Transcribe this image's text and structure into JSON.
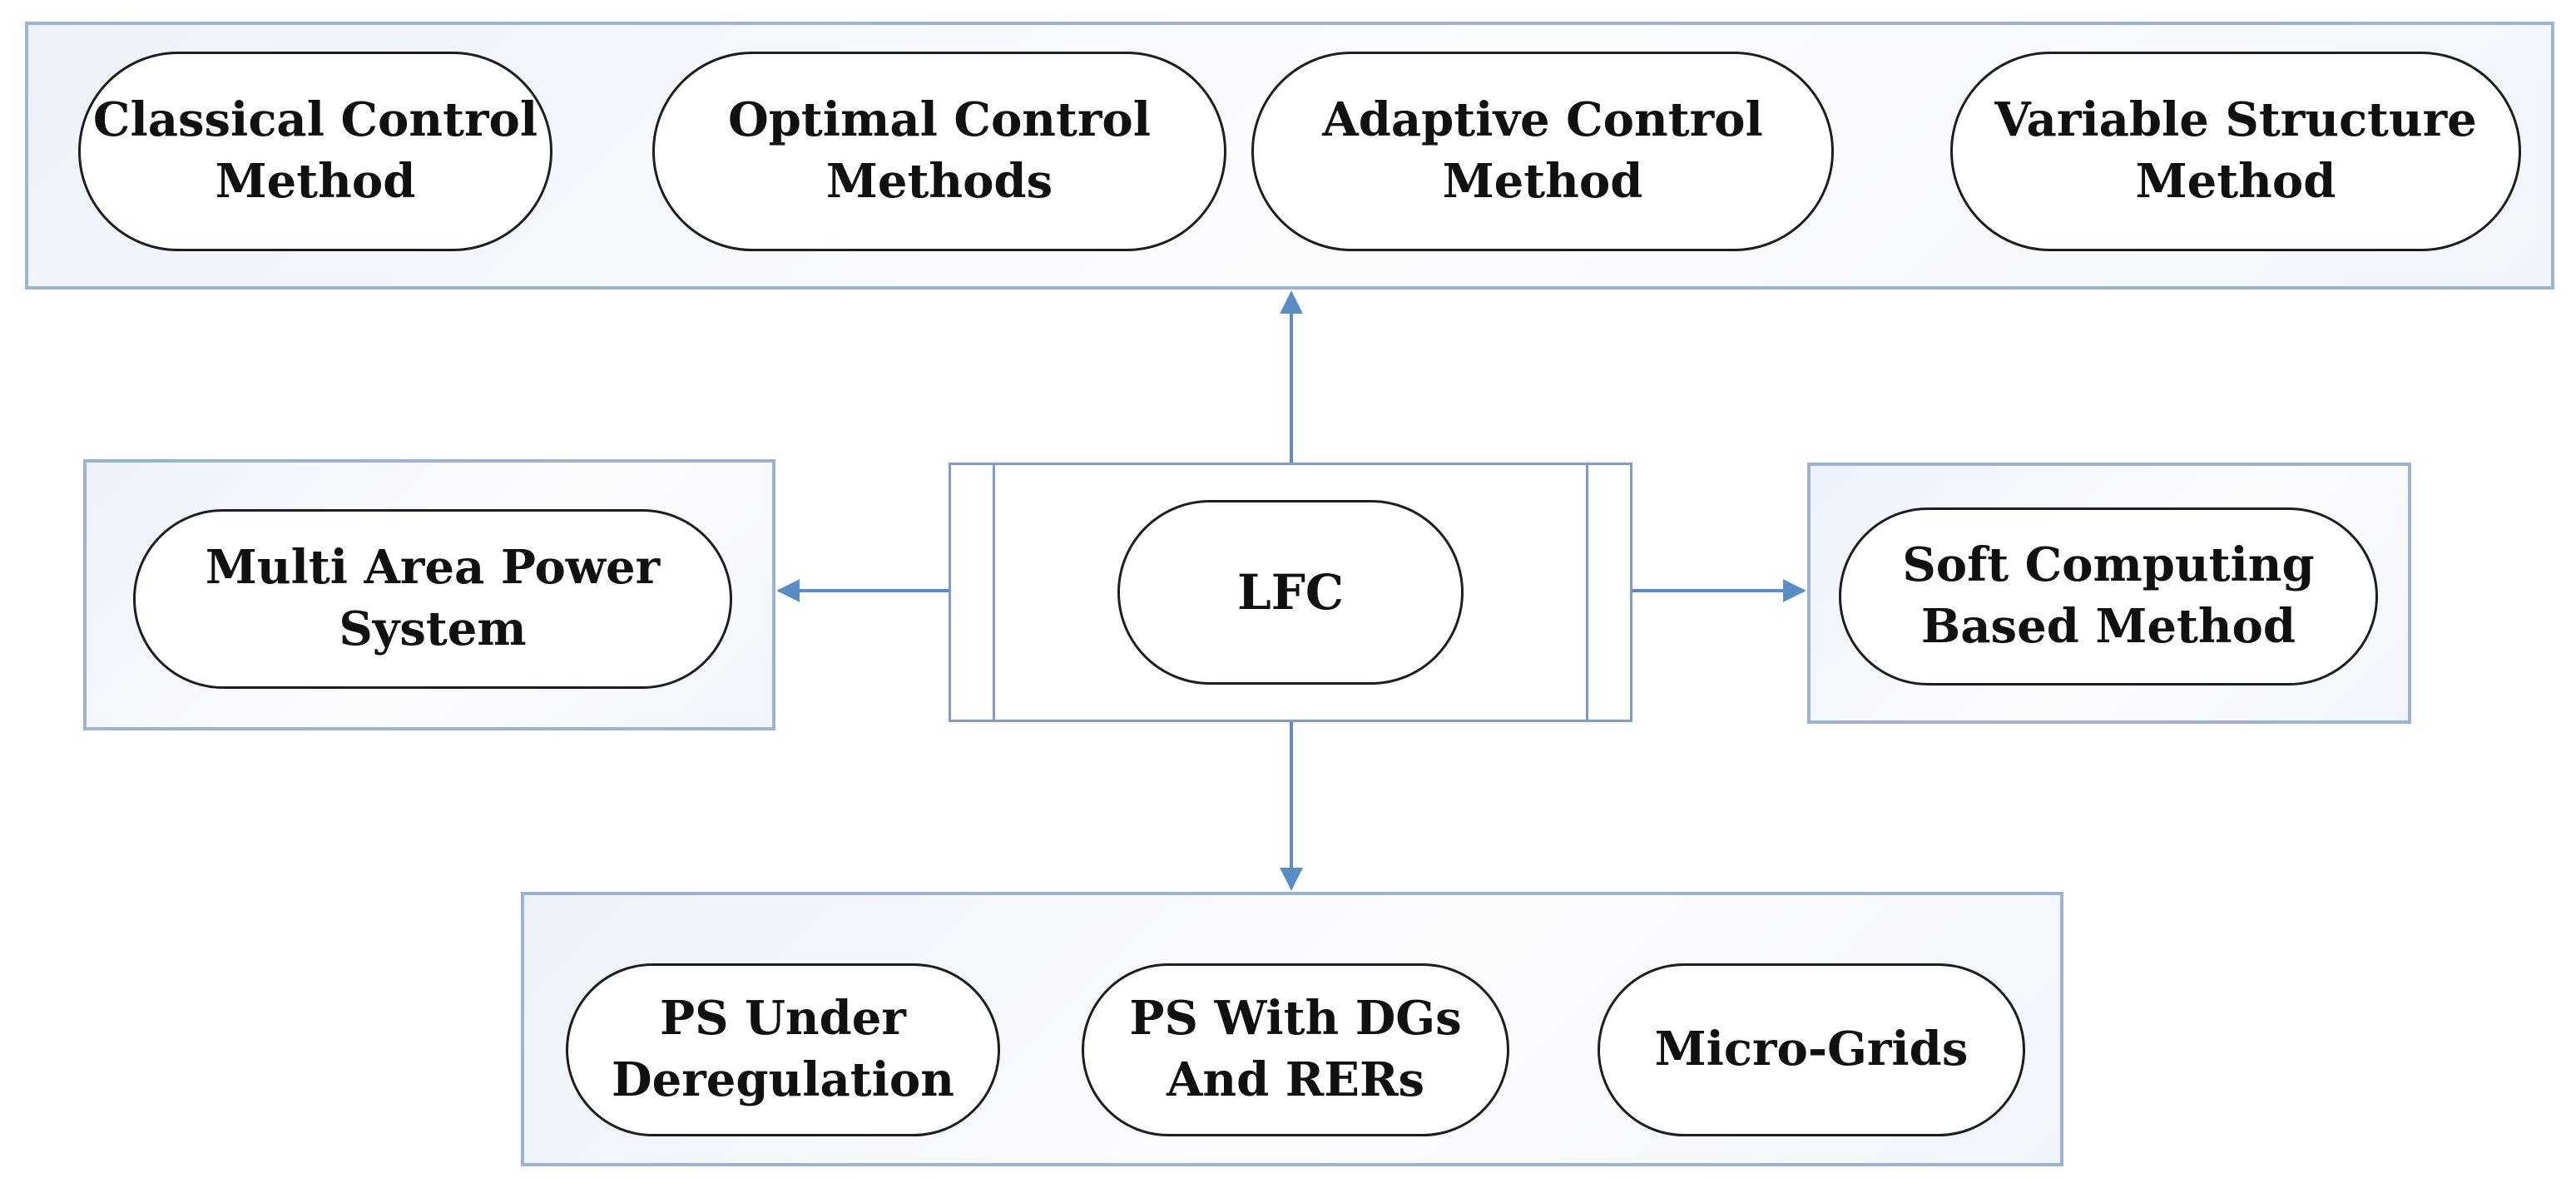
{
  "diagram": {
    "center": {
      "label": "LFC"
    },
    "top_group": {
      "items": [
        {
          "line1": "Classical Control",
          "line2": "Method"
        },
        {
          "line1": "Optimal Control",
          "line2": "Methods"
        },
        {
          "line1": "Adaptive Control",
          "line2": "Method"
        },
        {
          "line1": "Variable Structure",
          "line2": "Method"
        }
      ]
    },
    "left_group": {
      "items": [
        {
          "line1": "Multi Area Power",
          "line2": "System"
        }
      ]
    },
    "right_group": {
      "items": [
        {
          "line1": "Soft Computing",
          "line2": "Based Method"
        }
      ]
    },
    "bottom_group": {
      "items": [
        {
          "line1": "PS Under",
          "line2": "Deregulation"
        },
        {
          "line1": "PS With DGs",
          "line2": "And RERs"
        },
        {
          "line1": "Micro-Grids",
          "line2": ""
        }
      ]
    },
    "colors": {
      "panel_border": "#9cb4cf",
      "panel_fill": "#edf2fa",
      "arrow": "#5b8cc6",
      "pill_border": "#1e1e1e"
    }
  }
}
